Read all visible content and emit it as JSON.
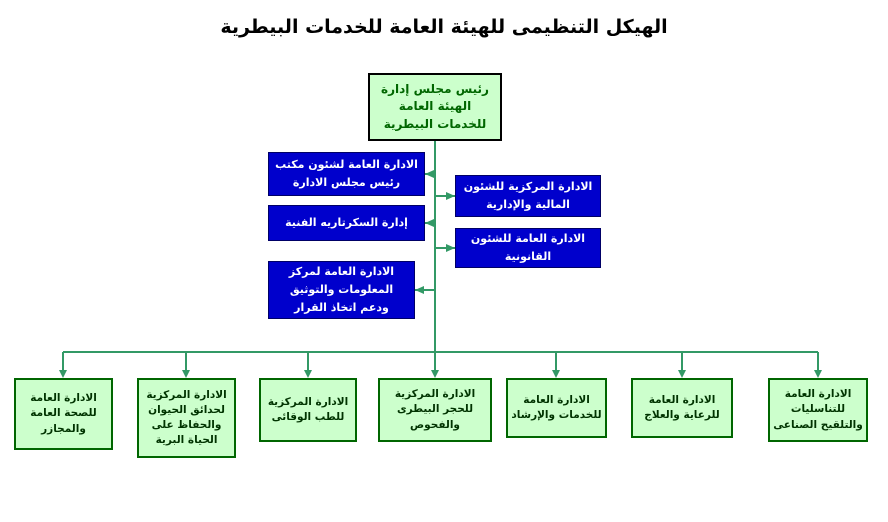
{
  "title": "الهيكل التنظيمى للهيئة العامة للخدمات البيطرية",
  "chart": {
    "root": {
      "label": "رئيس مجلس إدارة الهيئة العامة للخدمات البيطرية"
    },
    "left_branches": [
      {
        "label": "الادارة العامة لشئون مكتب رئيس مجلس الادارة"
      },
      {
        "label": "إدارة السكرتاريه الفنية"
      },
      {
        "label": "الادارة العامة لمركز المعلومات والتوثيق ودعم اتخاذ القرار"
      }
    ],
    "right_branches": [
      {
        "label": "الادارة المركزية للشئون المالية والإدارية"
      },
      {
        "label": "الادارة العامة للشئون القانونية"
      }
    ],
    "departments": [
      {
        "label": "الادارة العامة للصحة العامة والمجازر"
      },
      {
        "label": "الادارة المركزية لحدائق الحيوان والحفاظ على الحياة البرية"
      },
      {
        "label": "الادارة المركزية للطب الوقائى"
      },
      {
        "label": "الادارة المركزية للحجر البيطرى والفحوص"
      },
      {
        "label": "الادارة العامة للخدمات والإرشاد"
      },
      {
        "label": "الادارة العامة للرعاية والعلاج"
      },
      {
        "label": "الادارة العامة للتناسليات والتلقيح الصناعى"
      }
    ]
  },
  "colors": {
    "connector": "#339966",
    "title_color": "#000000",
    "node_blue_bg": "#0000cc",
    "node_blue_text": "#ffffff",
    "node_blue_border": "#000066",
    "node_green_bg": "#ccffcc",
    "node_green_border": "#006600",
    "node_green_text": "#003300",
    "root_border": "#000000",
    "root_text": "#006600"
  }
}
